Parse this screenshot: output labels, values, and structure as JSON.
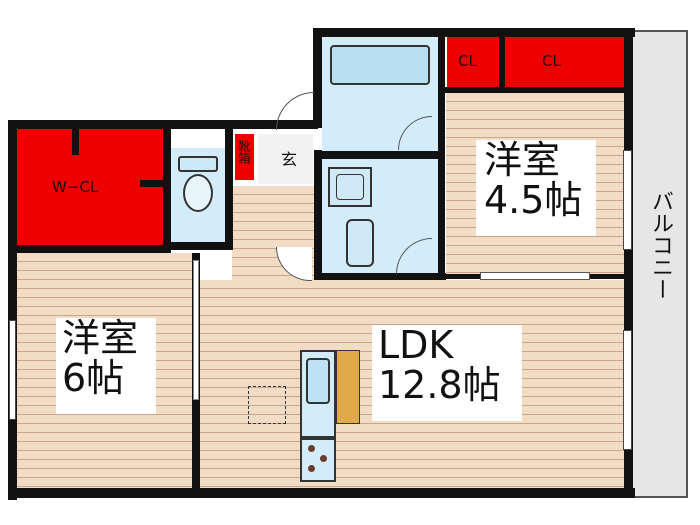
{
  "rooms": {
    "western_45": {
      "name": "洋室",
      "size": "4.5帖"
    },
    "western_6": {
      "name": "洋室",
      "size": "6帖"
    },
    "ldk": {
      "name": "LDK",
      "size": "12.8帖"
    }
  },
  "storage": {
    "cl_left": "CL",
    "cl_right": "CL",
    "wcl": "W−CL",
    "shoe_box": "靴箱"
  },
  "entrance": "玄",
  "balcony": "バルコニー",
  "colors": {
    "closet": "#ee0000",
    "wet_area": "#d3ecf9",
    "wood_floor": "#f3dcc6",
    "balcony": "#e6e6e6",
    "wall": "#111111"
  }
}
